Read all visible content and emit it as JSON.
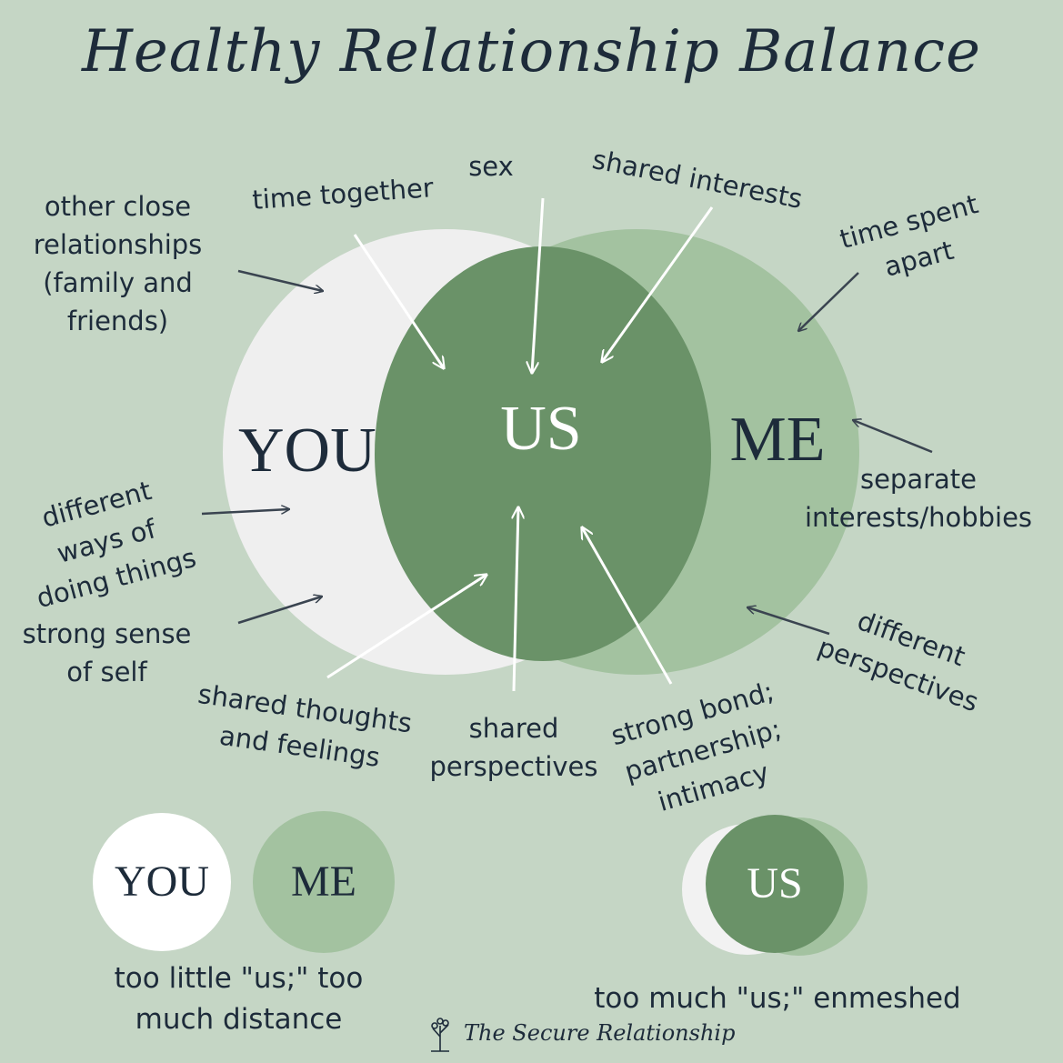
{
  "title": "Healthy Relationship Balance",
  "colors": {
    "background": "#c5d6c5",
    "you_circle": "#efefef",
    "me_circle": "#a3c2a0",
    "us_circle": "#6a9268",
    "text_dark": "#1d2b3a",
    "text_light": "#ffffff",
    "arrow_dark": "#3a4450",
    "arrow_light": "#ffffff"
  },
  "circles": {
    "you": "YOU",
    "me": "ME",
    "us": "US"
  },
  "labels": {
    "other_close": "other close\nrelationships\n(family and\nfriends)",
    "time_together": "time together",
    "sex": "sex",
    "shared_interests": "shared interests",
    "time_spent_apart": "time spent\napart",
    "different_ways": "different\nways of\ndoing things",
    "separate_interests": "separate\ninterests/hobbies",
    "strong_sense": "strong sense\nof self",
    "shared_thoughts": "shared thoughts\nand feelings",
    "shared_perspectives": "shared\nperspectives",
    "strong_bond": "strong bond;\npartnership;\nintimacy",
    "different_perspectives": "different\nperspectives"
  },
  "examples": {
    "distance": {
      "you": "YOU",
      "me": "ME",
      "caption": "too little \"us;\" too\nmuch distance"
    },
    "enmeshed": {
      "us": "US",
      "caption": "too much \"us;\" enmeshed"
    }
  },
  "brand": "The Secure Relationship",
  "icons": [
    "tree-icon"
  ]
}
